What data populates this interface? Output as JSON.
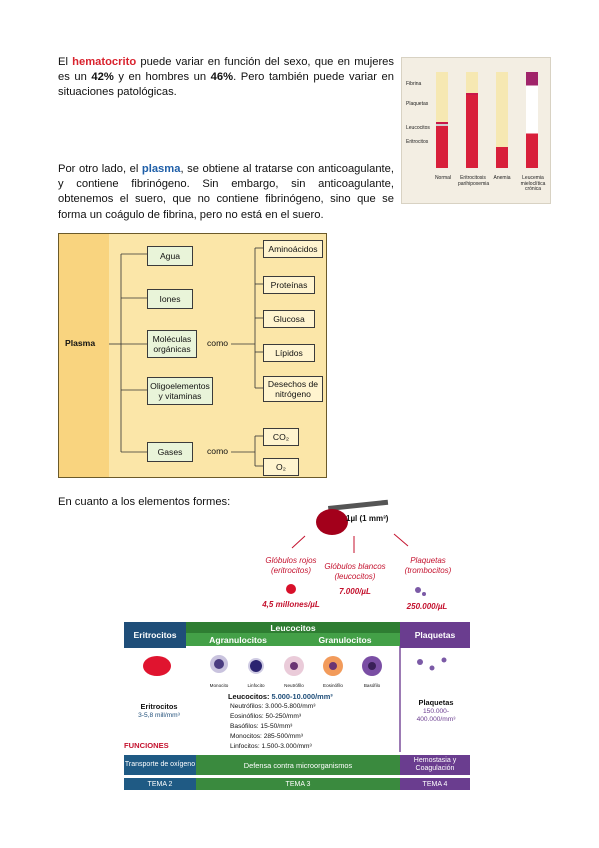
{
  "para1": {
    "p1": "El ",
    "hematocrito": "hematocrito",
    "p2": " puede variar en función del sexo, que en mujeres es un ",
    "pct_women": "42%",
    "p3": " y en hombres un ",
    "pct_men": "46%",
    "p4": ". Pero también puede variar en situaciones patológicas."
  },
  "hematocrit_figure": {
    "labels_left": [
      "Fibrina",
      "Plaquetas",
      "Leucocitos",
      "Eritrocitos"
    ],
    "labels_bottom": [
      "Normal",
      "Eritrocitosis parihipoxemia",
      "Anemia",
      "Leucemia mieloclítica crónica"
    ]
  },
  "para2": {
    "p1": "Por otro lado, el ",
    "plasma": "plasma",
    "p2": ", se obtiene al tratarse con anticoagulante, y contiene fibrinógeno. Sin embargo, sin anticoagulante, obtenemos el suero, que no contiene fibrinógeno, sino que se forma un coágulo de fibrina, pero no está en el suero."
  },
  "plasma_diagram": {
    "root": "Plasma",
    "middle": [
      "Agua",
      "Iones",
      "Moléculas orgánicas",
      "Oligoelementos y vitaminas",
      "Gases"
    ],
    "como": "como",
    "organic": [
      "Aminoácidos",
      "Proteínas",
      "Glucosa",
      "Lípidos",
      "Desechos de nitrógeno"
    ],
    "gases": [
      "CO₂",
      "O₂"
    ]
  },
  "para3": "En cuanto a los elementos formes:",
  "formed": {
    "volume": "1µl (1 mm³)",
    "red_title": "Glóbulos rojos",
    "red_sub": "(eritrocitos)",
    "red_count": "4,5 millones/µL",
    "white_title": "Glóbulos blancos",
    "white_sub": "(leucocitos)",
    "white_count": "7.000/µL",
    "plat_title": "Plaquetas",
    "plat_sub": "(trombocitos)",
    "plat_count": "250.000/µL",
    "h_erit": "Eritrocitos",
    "h_leuco": "Leucocitos",
    "h_agran": "Agranulocitos",
    "h_gran": "Granulocitos",
    "h_plaq": "Plaquetas",
    "cells": [
      "Monocito",
      "Linfocito",
      "Neutrófilo",
      "Eosinófilo",
      "Basófilo"
    ],
    "erit_name": "Eritrocitos",
    "erit_range": "3-5,8 mill/mm³",
    "leuco_label": "Leucocitos: ",
    "leuco_range": "5.000-10.000/mm³",
    "leuco_list": [
      "Neutrófilos: 3.000-5.800/mm³",
      "Eosinófilos: 50-250/mm³",
      "Basófilos: 15-50/mm³",
      "Monocitos: 285-500/mm³",
      "Linfocitos: 1.500-3.000/mm³"
    ],
    "plaq_name": "Plaquetas",
    "plaq_range1": "150.000-",
    "plaq_range2": "400.000/mm³",
    "funciones": "FUNCIONES",
    "f1": "Transporte de oxígeno",
    "f2": "Defensa contra microorganismos",
    "f3": "Hemostasia y Coagulación",
    "t1": "TEMA 2",
    "t2": "TEMA 3",
    "t3": "TEMA 4"
  }
}
